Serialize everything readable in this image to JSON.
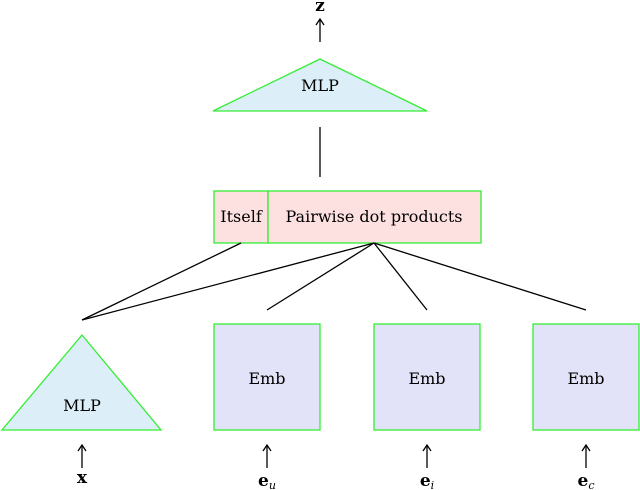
{
  "diagram": {
    "top_mlp": {
      "label": "MLP",
      "output": {
        "symbol": "z"
      }
    },
    "interaction": {
      "itself_label": "Itself",
      "dot_label": "Pairwise dot products"
    },
    "bottom_mlp": {
      "label": "MLP",
      "input": {
        "symbol": "x"
      }
    },
    "embeddings": [
      {
        "label": "Emb",
        "input": {
          "symbol": "e",
          "subscript": "u"
        }
      },
      {
        "label": "Emb",
        "input": {
          "symbol": "e",
          "subscript": "i"
        }
      },
      {
        "label": "Emb",
        "input": {
          "symbol": "e",
          "subscript": "c"
        }
      }
    ],
    "colors": {
      "border": "#33ee33",
      "mlp_fill": "#dceef8",
      "interaction_fill": "#fde0e0",
      "emb_fill": "#e2e2f8"
    }
  }
}
